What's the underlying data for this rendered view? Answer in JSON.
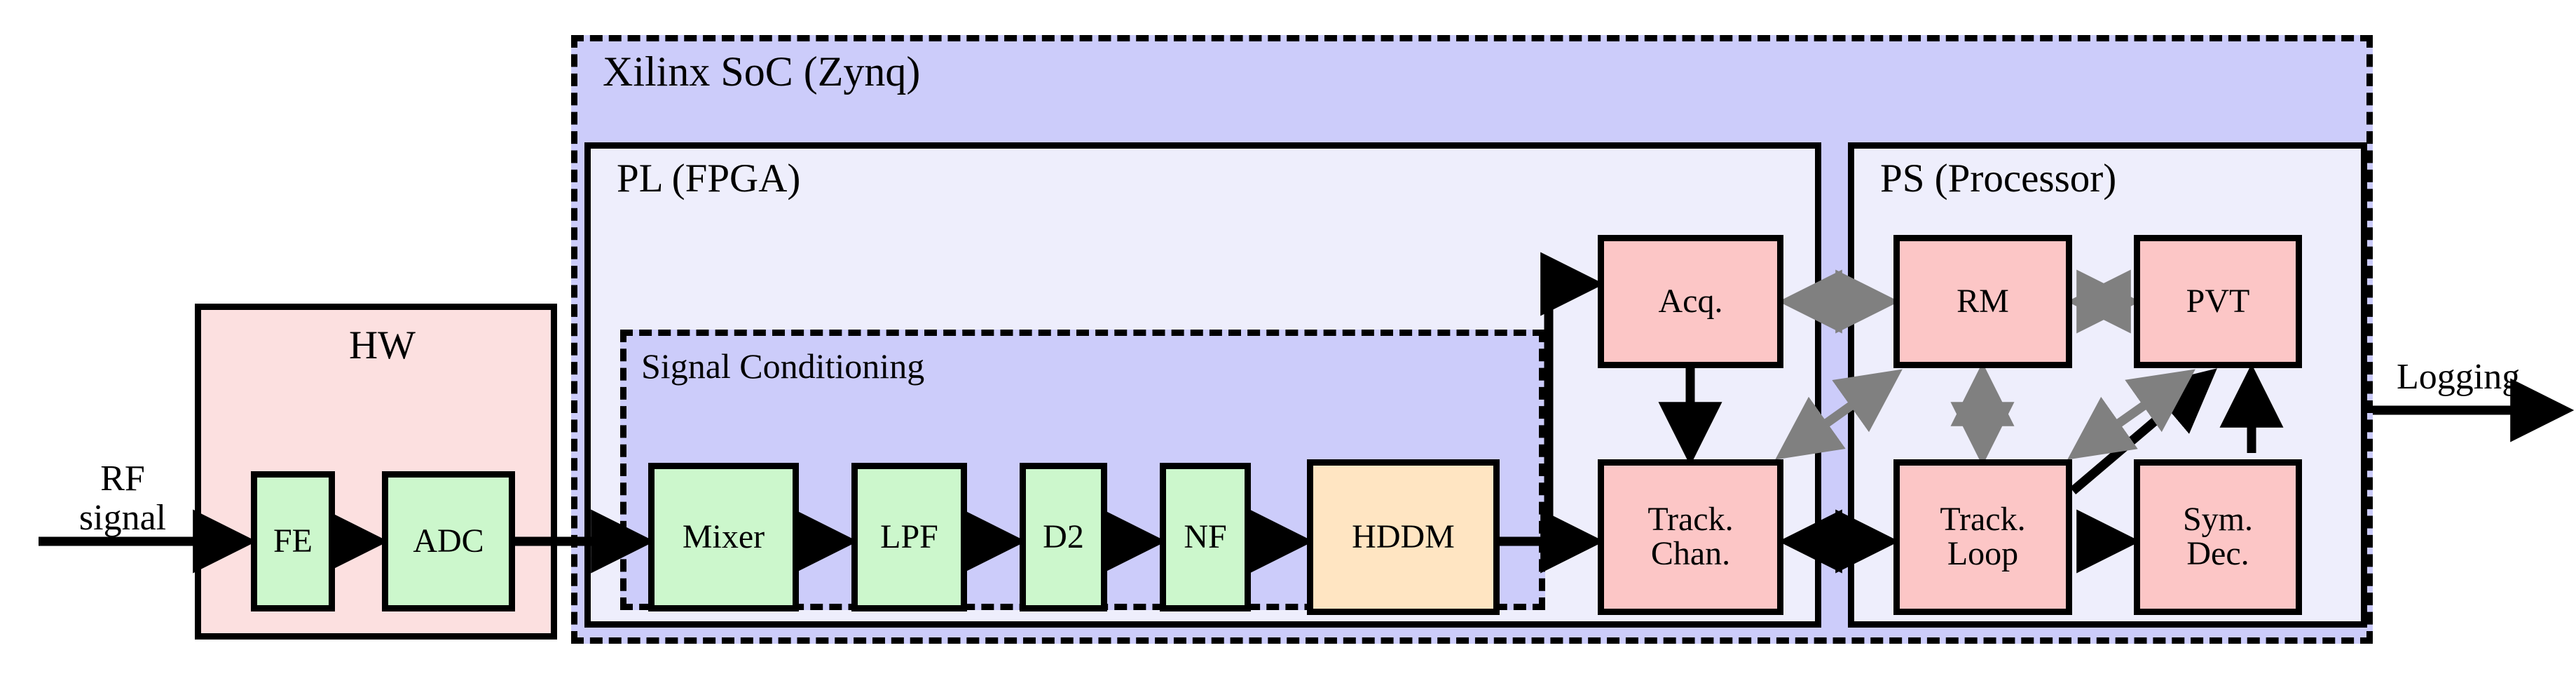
{
  "diagram": {
    "title": "GNSS receiver SoC block diagram",
    "colors": {
      "soc_fill": "#ccccfa",
      "partition_fill": "#eeeefc",
      "hw_fill": "#fce0e0",
      "green_block": "#ccf7cc",
      "orange_block": "#ffe5c2",
      "pink_block": "#fcc6c6",
      "stroke": "#000000",
      "grey_arrow": "#808080"
    },
    "regions": [
      {
        "id": "soc",
        "label": "Xilinx SoC (Zynq)",
        "border": "dashed"
      },
      {
        "id": "pl",
        "label": "PL (FPGA)",
        "border": "solid"
      },
      {
        "id": "ps",
        "label": "PS (Processor)",
        "border": "solid"
      },
      {
        "id": "hw",
        "label": "HW",
        "border": "solid"
      },
      {
        "id": "sc",
        "label": "Signal Conditioning",
        "border": "dashed"
      }
    ],
    "blocks": [
      {
        "id": "fe",
        "label": "FE",
        "color": "green"
      },
      {
        "id": "adc",
        "label": "ADC",
        "color": "green"
      },
      {
        "id": "mixer",
        "label": "Mixer",
        "color": "green"
      },
      {
        "id": "lpf",
        "label": "LPF",
        "color": "green"
      },
      {
        "id": "d2",
        "label": "D2",
        "color": "green"
      },
      {
        "id": "nf",
        "label": "NF",
        "color": "green"
      },
      {
        "id": "hddm",
        "label": "HDDM",
        "color": "orange"
      },
      {
        "id": "acq",
        "label": "Acq.",
        "color": "pink"
      },
      {
        "id": "trch",
        "label": "Track.\nChan.",
        "color": "pink"
      },
      {
        "id": "rm",
        "label": "RM",
        "color": "pink"
      },
      {
        "id": "pvt",
        "label": "PVT",
        "color": "pink"
      },
      {
        "id": "trlp",
        "label": "Track.\nLoop",
        "color": "pink"
      },
      {
        "id": "symd",
        "label": "Sym.\nDec.",
        "color": "pink"
      }
    ],
    "labels": {
      "rf_signal": "RF\nsignal",
      "logging": "Logging"
    },
    "connections": [
      {
        "from": "rf-signal",
        "to": "fe",
        "style": "solid-black",
        "arrow": "single"
      },
      {
        "from": "fe",
        "to": "adc",
        "style": "solid-black",
        "arrow": "single"
      },
      {
        "from": "adc",
        "to": "mixer",
        "style": "solid-black",
        "arrow": "single"
      },
      {
        "from": "mixer",
        "to": "lpf",
        "style": "solid-black",
        "arrow": "single"
      },
      {
        "from": "lpf",
        "to": "d2",
        "style": "solid-black",
        "arrow": "single"
      },
      {
        "from": "d2",
        "to": "nf",
        "style": "solid-black",
        "arrow": "single"
      },
      {
        "from": "nf",
        "to": "hddm",
        "style": "solid-black",
        "arrow": "single"
      },
      {
        "from": "hddm",
        "to": "acq",
        "style": "solid-black",
        "arrow": "single"
      },
      {
        "from": "hddm",
        "to": "trch",
        "style": "solid-black",
        "arrow": "single"
      },
      {
        "from": "acq",
        "to": "trch",
        "style": "solid-black",
        "arrow": "single"
      },
      {
        "from": "acq",
        "to": "rm",
        "style": "solid-grey",
        "arrow": "double"
      },
      {
        "from": "rm",
        "to": "pvt",
        "style": "solid-grey",
        "arrow": "double"
      },
      {
        "from": "rm",
        "to": "trlp",
        "style": "solid-grey",
        "arrow": "double"
      },
      {
        "from": "trch",
        "to": "rm",
        "style": "solid-grey",
        "arrow": "double"
      },
      {
        "from": "trlp",
        "to": "pvt",
        "style": "solid-grey",
        "arrow": "double"
      },
      {
        "from": "trch",
        "to": "trlp",
        "style": "solid-black",
        "arrow": "double"
      },
      {
        "from": "trlp",
        "to": "symd",
        "style": "solid-black",
        "arrow": "single"
      },
      {
        "from": "trlp",
        "to": "pvt",
        "style": "solid-black",
        "arrow": "single"
      },
      {
        "from": "symd",
        "to": "pvt",
        "style": "solid-black",
        "arrow": "single"
      },
      {
        "from": "pvt",
        "to": "logging",
        "style": "solid-black",
        "arrow": "single"
      }
    ]
  }
}
